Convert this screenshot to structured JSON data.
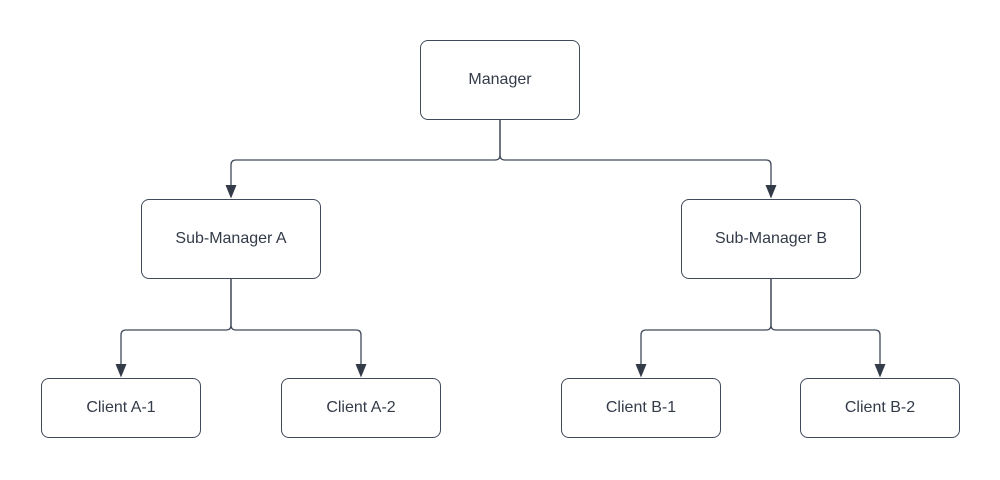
{
  "diagram": {
    "type": "org-chart-tree",
    "background_color": "#ffffff",
    "node_fill_color": "#ffffff",
    "node_border_color": "#404a5a",
    "connector_color": "#404a5a",
    "text_color": "#333b49",
    "nodes": {
      "manager": {
        "label": "Manager",
        "level": 1
      },
      "sub_a": {
        "label": "Sub-Manager A",
        "level": 2
      },
      "sub_b": {
        "label": "Sub-Manager B",
        "level": 2
      },
      "client_a1": {
        "label": "Client A-1",
        "level": 3
      },
      "client_a2": {
        "label": "Client A-2",
        "level": 3
      },
      "client_b1": {
        "label": "Client B-1",
        "level": 3
      },
      "client_b2": {
        "label": "Client B-2",
        "level": 3
      }
    },
    "edges": [
      {
        "from": "Manager",
        "to": "Sub-Manager A",
        "arrow": "target"
      },
      {
        "from": "Manager",
        "to": "Sub-Manager B",
        "arrow": "target"
      },
      {
        "from": "Sub-Manager A",
        "to": "Client A-1",
        "arrow": "target"
      },
      {
        "from": "Sub-Manager A",
        "to": "Client A-2",
        "arrow": "target"
      },
      {
        "from": "Sub-Manager B",
        "to": "Client B-1",
        "arrow": "target"
      },
      {
        "from": "Sub-Manager B",
        "to": "Client B-2",
        "arrow": "target"
      }
    ]
  }
}
